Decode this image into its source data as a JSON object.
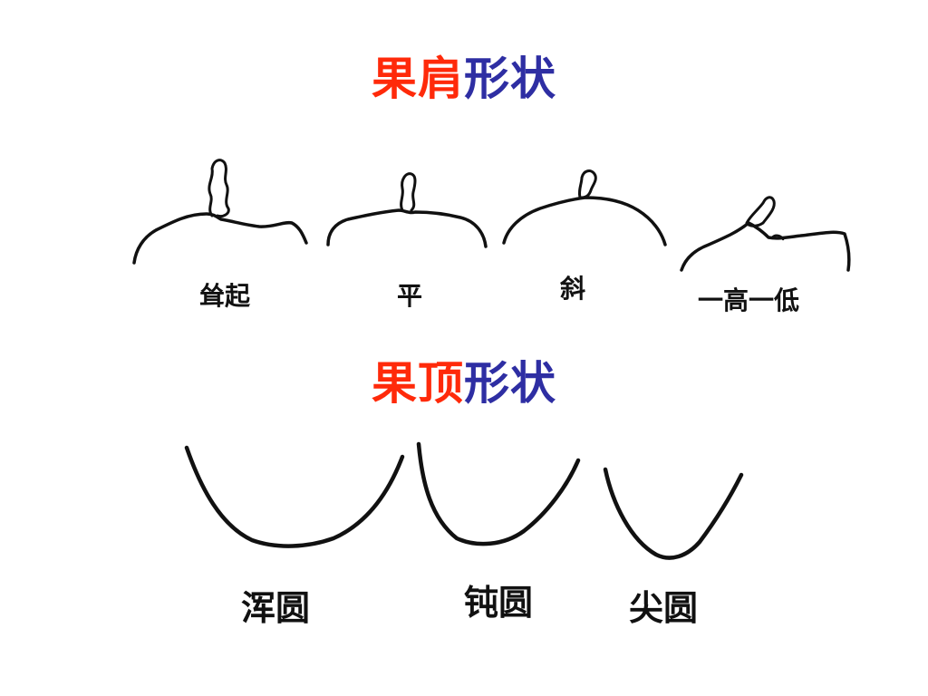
{
  "shoulder_title": {
    "part1": "果肩",
    "part2": "形状"
  },
  "apex_title": {
    "part1": "果顶",
    "part2": "形状"
  },
  "shoulder_shapes": [
    {
      "label": "耸起"
    },
    {
      "label": "平"
    },
    {
      "label": "斜"
    },
    {
      "label": "一高一低"
    }
  ],
  "apex_shapes": [
    {
      "label": "浑圆"
    },
    {
      "label": "钝圆"
    },
    {
      "label": "尖圆"
    }
  ],
  "colors": {
    "accent_red": "#ff2a0a",
    "accent_blue": "#2e2ea3",
    "ink": "#111111"
  }
}
